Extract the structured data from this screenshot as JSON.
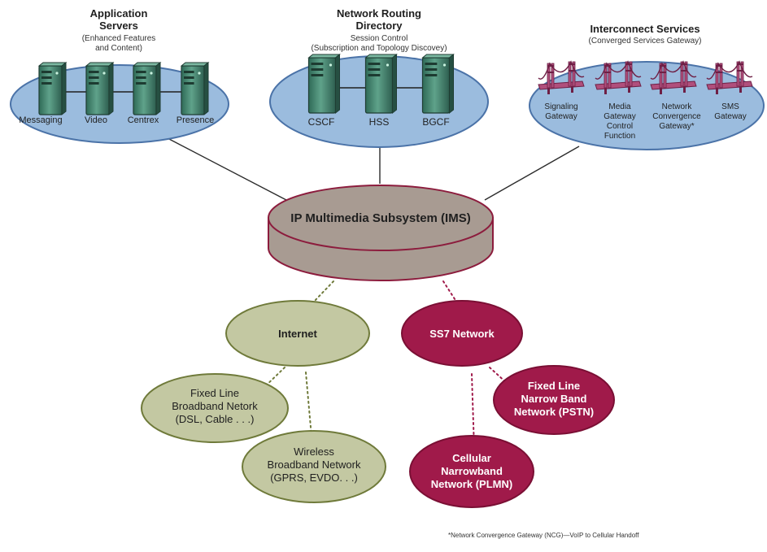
{
  "colors": {
    "server_oval_fill": "#9bbcde",
    "server_oval_stroke": "#4b73a8",
    "ims_fill": "#a89b92",
    "ims_stroke": "#8c1c3d",
    "olive_fill": "#c3c8a2",
    "olive_stroke": "#6f7a3a",
    "crimson_fill": "#a01a4a",
    "crimson_stroke": "#7a0f34",
    "server_green": "#4f8d78",
    "bridge_pink": "#b04f7c",
    "line_dark": "#2b2b2b"
  },
  "groups": {
    "app": {
      "title": [
        "Application",
        "Servers"
      ],
      "subtitle": [
        "(Enhanced Features",
        "and Content)"
      ],
      "servers": [
        "Messaging",
        "Video",
        "Centrex",
        "Presence"
      ],
      "icon": "server-tower-icon"
    },
    "nrd": {
      "title": [
        "Network Routing",
        "Directory"
      ],
      "subtitle": [
        "Session Control",
        "(Subscription and Topology Discovey)"
      ],
      "servers": [
        "CSCF",
        "HSS",
        "BGCF"
      ],
      "icon": "server-tower-icon"
    },
    "ics": {
      "title": [
        "Interconnect Services"
      ],
      "subtitle": [
        "(Converged Services Gateway)"
      ],
      "gateways": [
        [
          "Signaling",
          "Gateway"
        ],
        [
          "Media",
          "Gateway",
          "Control",
          "Function"
        ],
        [
          "Network",
          "Convergence",
          "Gateway*"
        ],
        [
          "SMS",
          "Gateway"
        ]
      ],
      "icon": "bridge-icon"
    }
  },
  "ims": {
    "label": "IP Multimedia Subsystem (IMS)"
  },
  "networks": {
    "internet": "Internet",
    "ss7": "SS7 Network",
    "fixed_broadband": [
      "Fixed Line",
      "Broadband Netork",
      "(DSL, Cable . . .)"
    ],
    "wireless_broadband": [
      "Wireless",
      "Broadband Network",
      "(GPRS, EVDO. . .)"
    ],
    "fixed_narrow": [
      "Fixed Line",
      "Narrow Band",
      "Network (PSTN)"
    ],
    "cellular_narrow": [
      "Cellular",
      "Narrowband",
      "Network (PLMN)"
    ]
  },
  "footnote": "*Network Convergence Gateway (NCG)—VoIP to Cellular Handoff"
}
